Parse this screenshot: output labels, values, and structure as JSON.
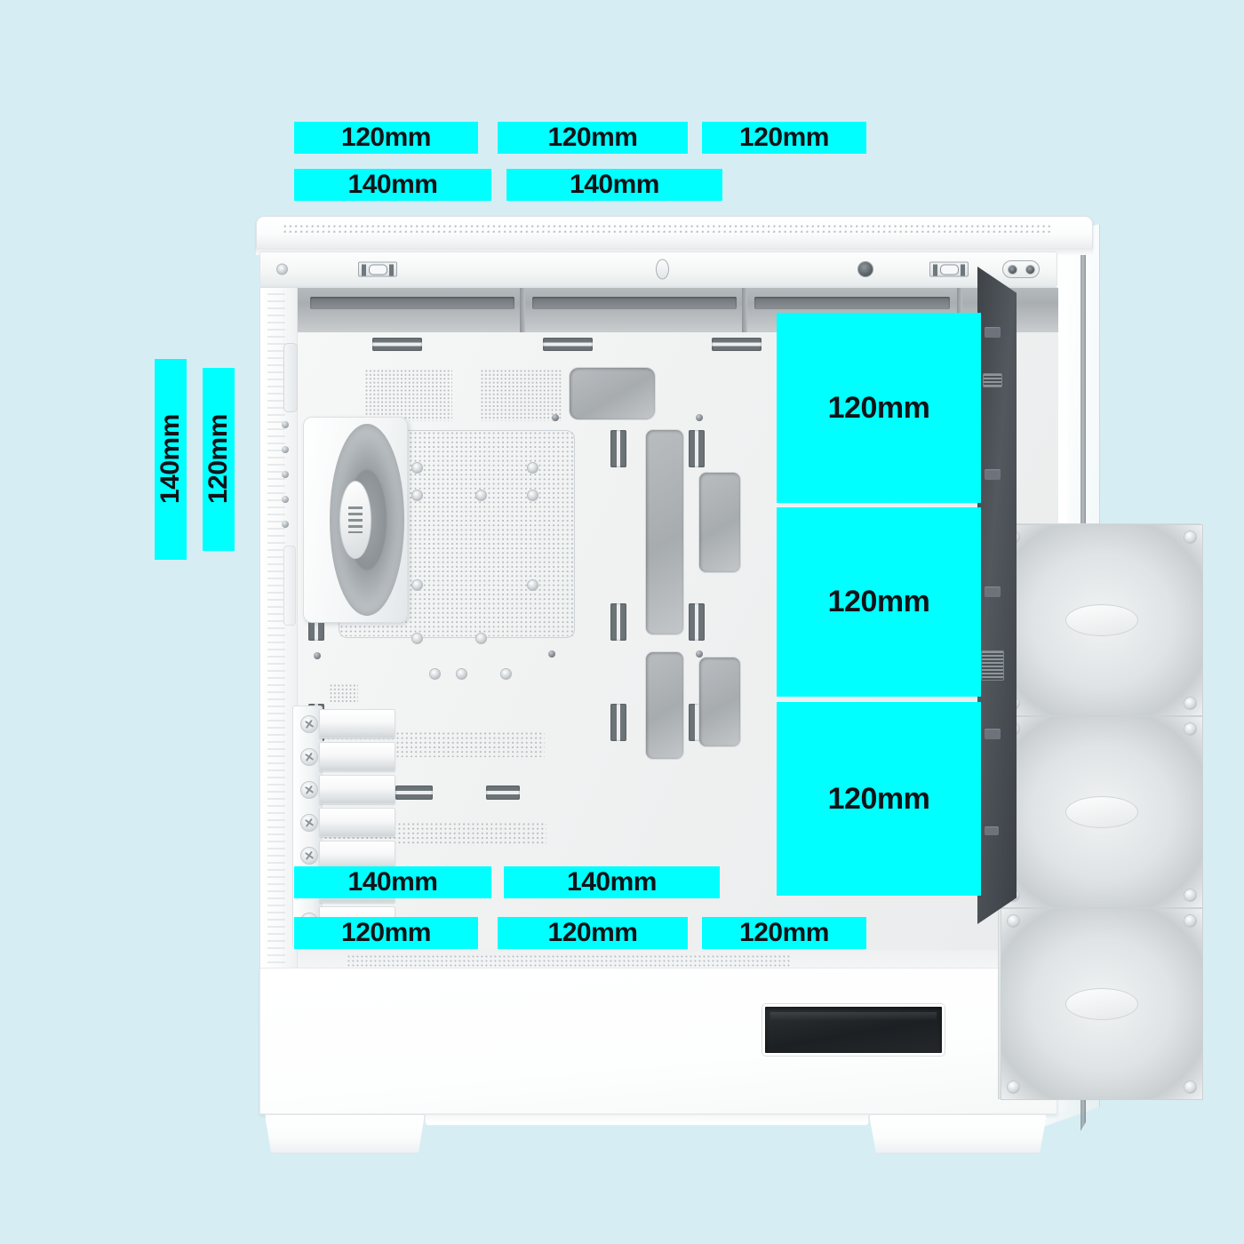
{
  "page": {
    "title": "PC Case Fan Compatibility Diagram",
    "background_color": "#d6eef3",
    "highlight_color": "#00ffff",
    "label_text_color": "#111418"
  },
  "labels": {
    "top_row_120": [
      {
        "text": "120mm",
        "position": "top-left"
      },
      {
        "text": "120mm",
        "position": "top-center"
      },
      {
        "text": "120mm",
        "position": "top-right"
      }
    ],
    "top_row_140": [
      {
        "text": "140mm",
        "position": "top-left"
      },
      {
        "text": "140mm",
        "position": "top-center"
      }
    ],
    "left_column": [
      {
        "text": "140mm",
        "orientation": "vertical",
        "position": "rear-outer"
      },
      {
        "text": "120mm",
        "orientation": "vertical",
        "position": "rear-inner"
      }
    ],
    "bottom_row_140": [
      {
        "text": "140mm",
        "position": "bottom-left"
      },
      {
        "text": "140mm",
        "position": "bottom-center"
      }
    ],
    "bottom_row_120": [
      {
        "text": "120mm",
        "position": "bottom-left"
      },
      {
        "text": "120mm",
        "position": "bottom-center"
      },
      {
        "text": "120mm",
        "position": "bottom-right"
      }
    ],
    "side_blocks": [
      {
        "text": "120mm",
        "position": "side-top"
      },
      {
        "text": "120mm",
        "position": "side-middle"
      },
      {
        "text": "120mm",
        "position": "side-bottom"
      }
    ]
  },
  "case_parts": {
    "top_cover": "top-mesh-cover",
    "io_ports": [
      {
        "name": "screw-left",
        "type": "screw"
      },
      {
        "name": "usb-port-left",
        "type": "usb-a"
      },
      {
        "name": "power-button",
        "type": "button"
      },
      {
        "name": "audio-jack",
        "type": "jack"
      },
      {
        "name": "usb-port-right",
        "type": "usb-a"
      },
      {
        "name": "dual-audio-jack",
        "type": "dual-jack"
      }
    ],
    "rear_exhaust_fan": "rear-fan",
    "pci_slot_count": 7,
    "side_fan_count": 3,
    "psu_shroud_window": "psu-vent-window",
    "side_panel": "tempered-glass-panel",
    "feet": 2
  }
}
